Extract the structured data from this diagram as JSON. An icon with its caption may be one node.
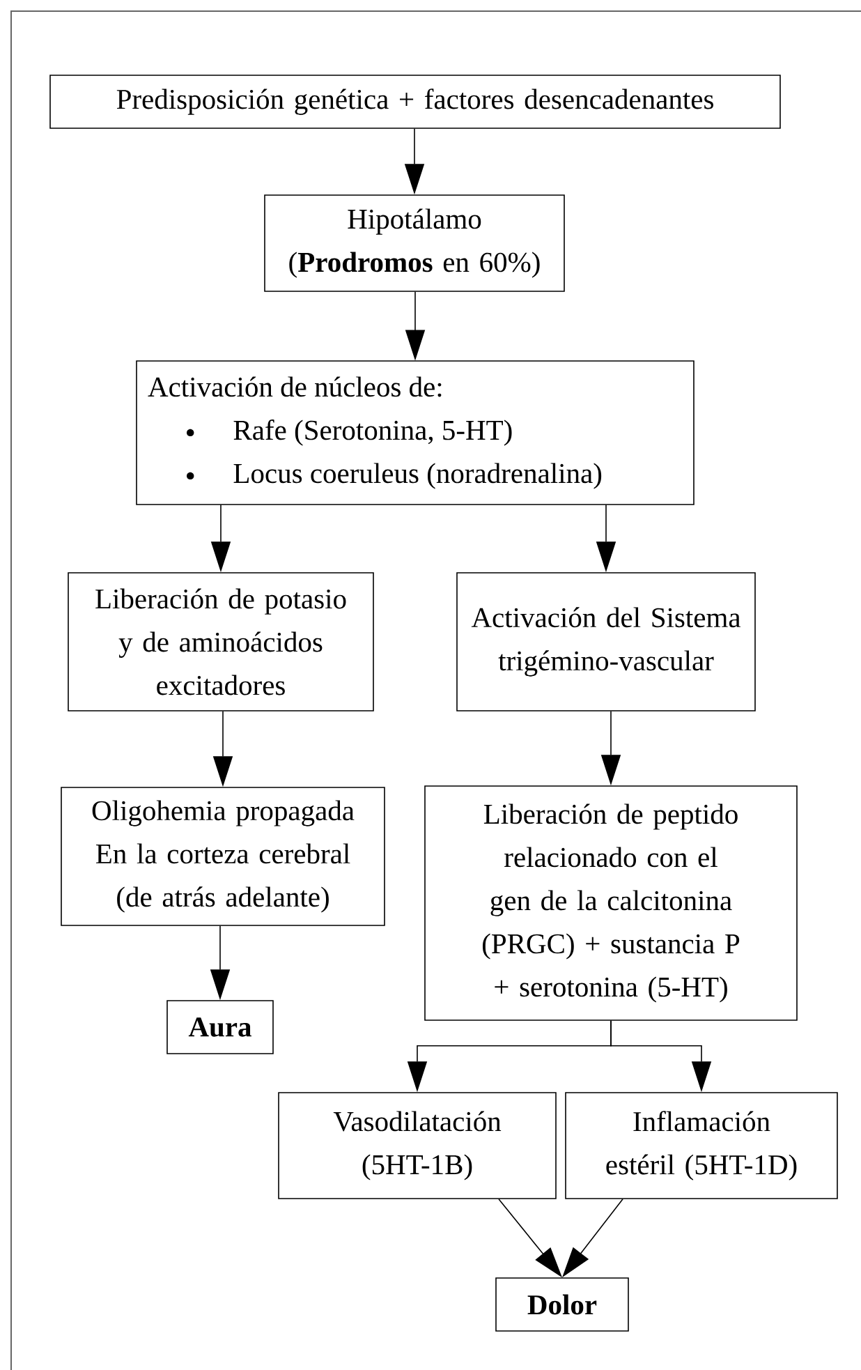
{
  "diagram": {
    "nodes": [
      {
        "text": [
          "Predisposición genética + factores desencadenantes"
        ]
      },
      {
        "text": [
          "Hipotálamo (**Prodromos** en 60%)"
        ]
      },
      {
        "text": [
          "Activación de núcleos de:",
          "Rafe (Serotonina, 5-HT)",
          "Locus coeruleus (noradrenalina)"
        ]
      },
      {
        "text": [
          "Liberación de potasio y de aminoácidos excitadores"
        ]
      },
      {
        "text": [
          "Activación del Sistema trigémino-vascular"
        ]
      },
      {
        "text": [
          "Oligohemia propagada En la corteza cerebral (de atrás adelante)"
        ]
      },
      {
        "text": [
          "Liberación de peptido relacionado con el gen de la calcitonina (PRGC) + sustancia P + serotonina (5-HT)"
        ]
      },
      {
        "text": [
          "Aura"
        ]
      },
      {
        "text": [
          "Vasodilatación (5HT-1B)"
        ]
      },
      {
        "text": [
          "Inflamación estéril (5HT-1D)"
        ]
      },
      {
        "text": [
          "Dolor"
        ]
      }
    ],
    "edges": [
      {
        "from": 0,
        "to": 1,
        "arrow": "to"
      },
      {
        "from": 1,
        "to": 2,
        "arrow": "to"
      },
      {
        "from": 2,
        "to": 3,
        "arrow": "to"
      },
      {
        "from": 2,
        "to": 4,
        "arrow": "to"
      },
      {
        "from": 3,
        "to": 5,
        "arrow": "to"
      },
      {
        "from": 4,
        "to": 6,
        "arrow": "to"
      },
      {
        "from": 5,
        "to": 7,
        "arrow": "to"
      },
      {
        "from": 6,
        "to": 8,
        "arrow": "to"
      },
      {
        "from": 6,
        "to": 9,
        "arrow": "to"
      },
      {
        "from": 8,
        "to": 10,
        "arrow": "to"
      },
      {
        "from": 9,
        "to": 10,
        "arrow": "to"
      }
    ]
  }
}
